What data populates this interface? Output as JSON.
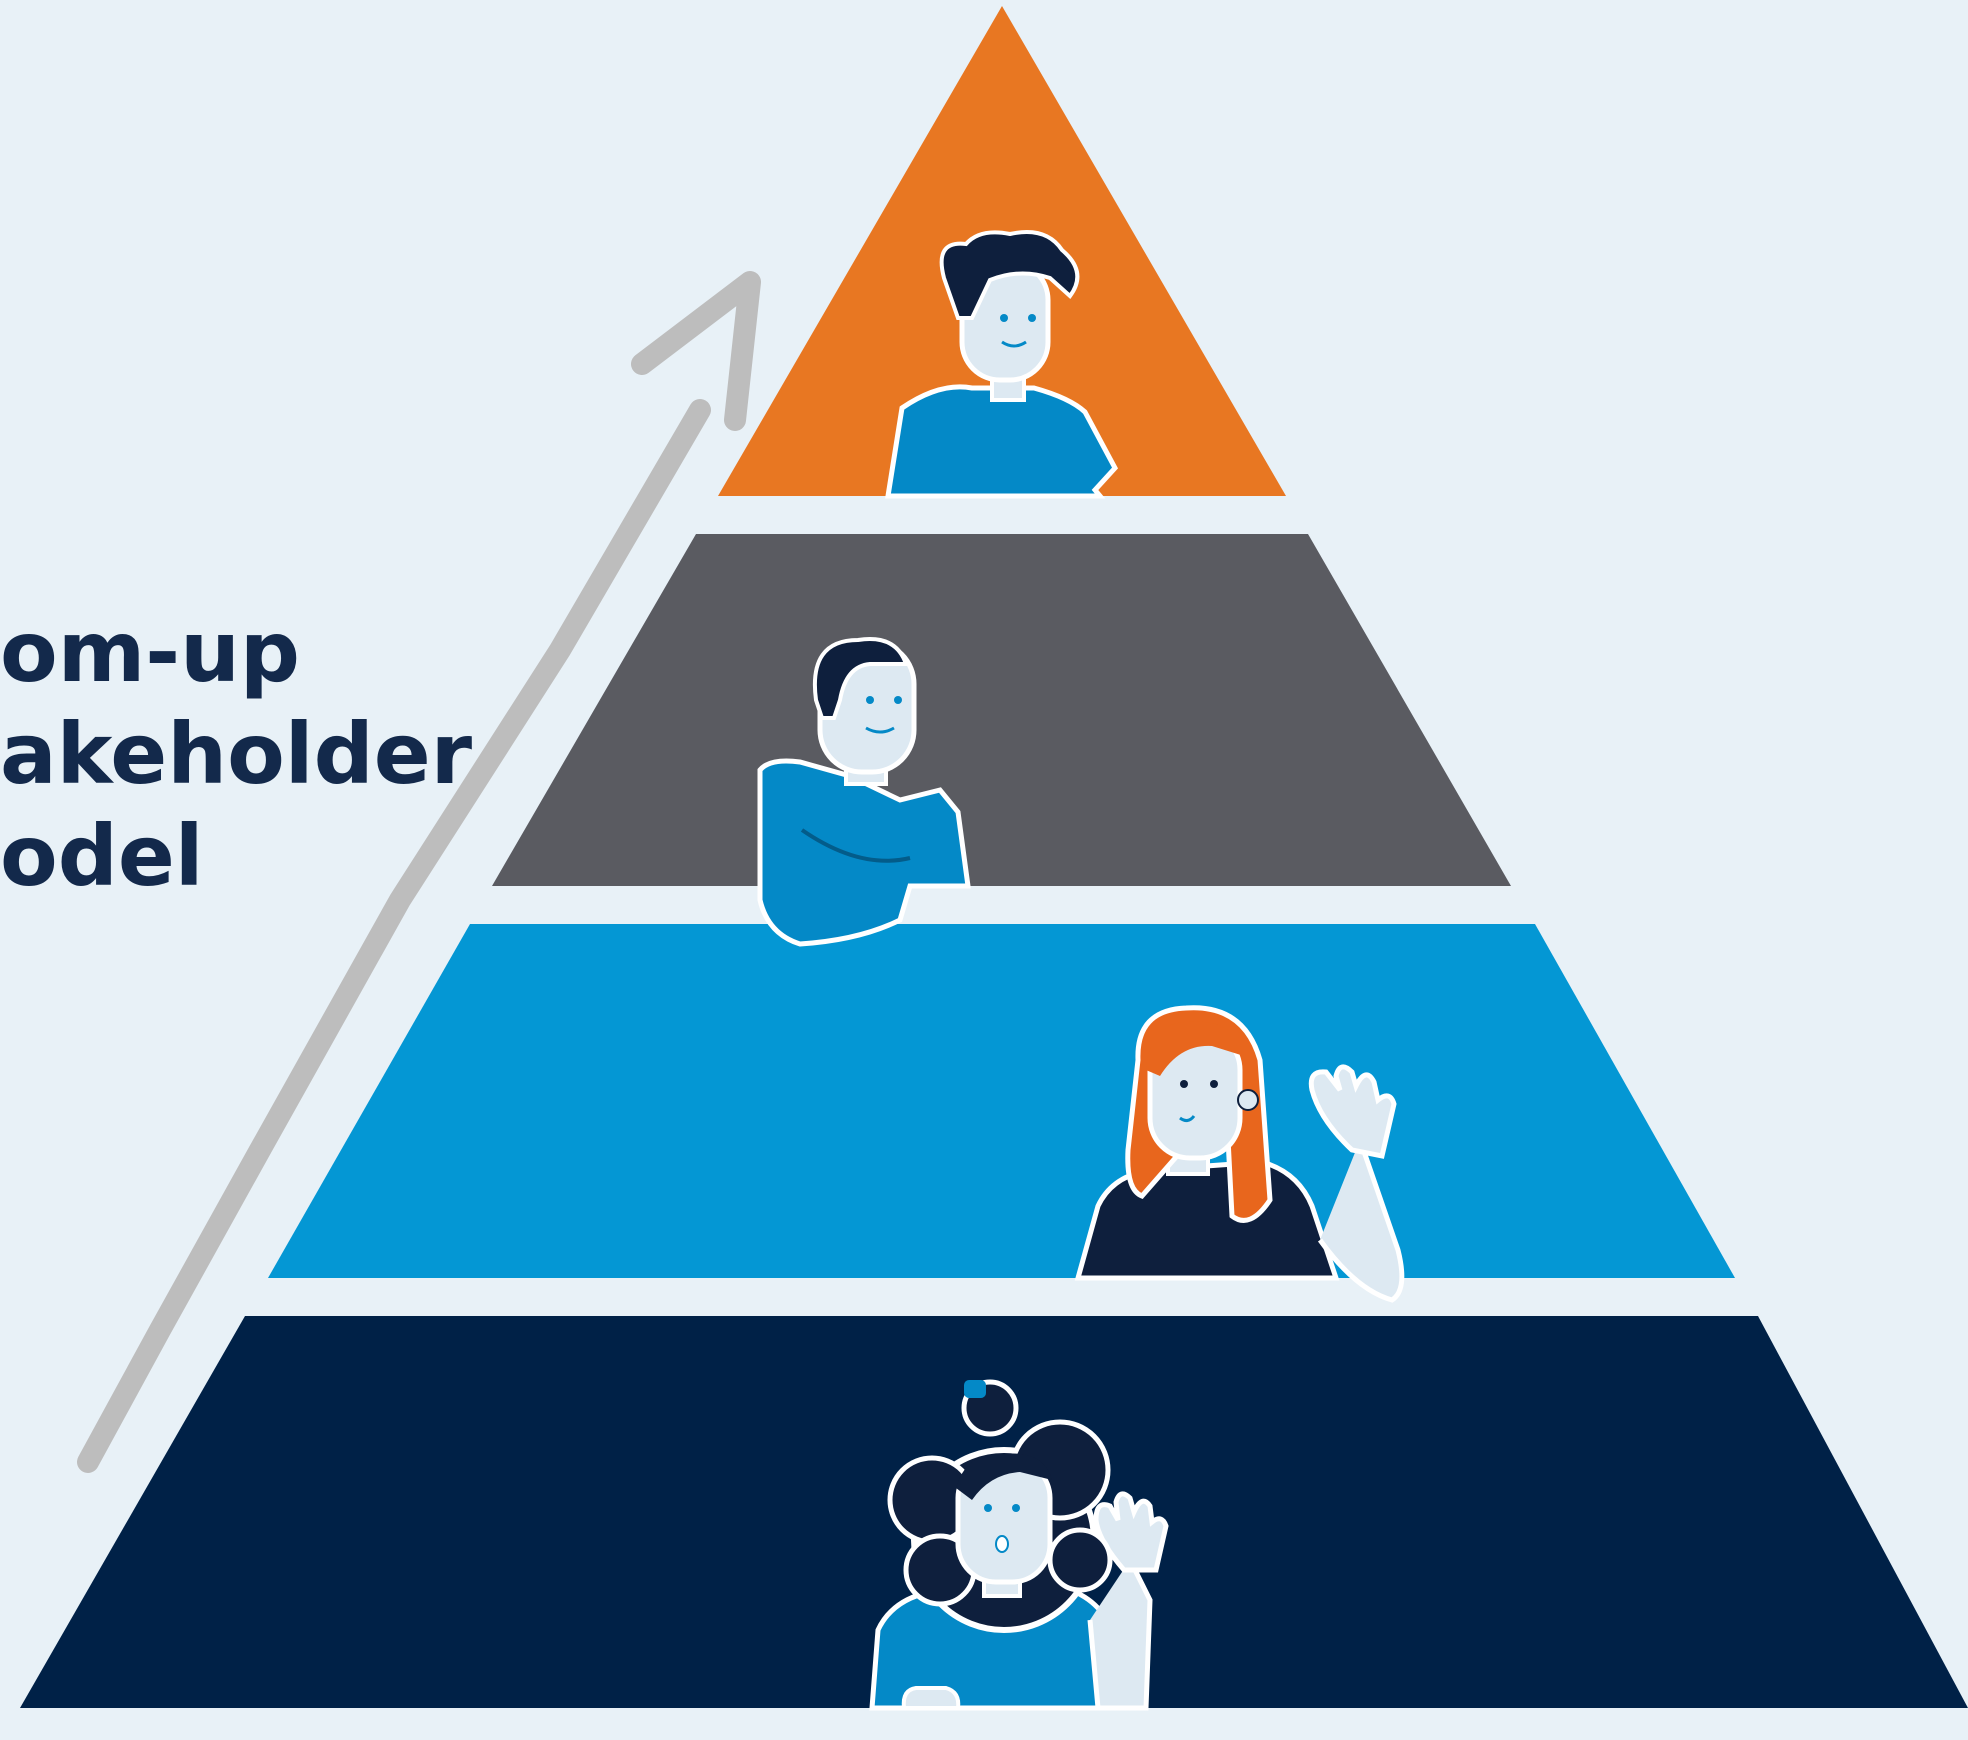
{
  "title": {
    "lines": [
      "om-up",
      "akeholder",
      "odel"
    ]
  },
  "colors": {
    "background": "#e8f1f7",
    "title_text": "#13294b",
    "tier_top": "#e87722",
    "tier_second": "#5a5b61",
    "tier_third": "#0497d4",
    "tier_bottom": "#002147",
    "arrow": "#bdbdbd",
    "skin": "#dde9f2",
    "shirt_blue": "#0489c7",
    "hair_dark": "#0e1f3d",
    "hair_orange": "#e8661d"
  },
  "icons": {
    "arrow": "upward-arrow-icon",
    "person_top": "person-avatar-icon",
    "person_second": "person-arms-crossed-icon",
    "person_third": "person-waving-icon",
    "person_bottom": "person-waving-icon"
  }
}
